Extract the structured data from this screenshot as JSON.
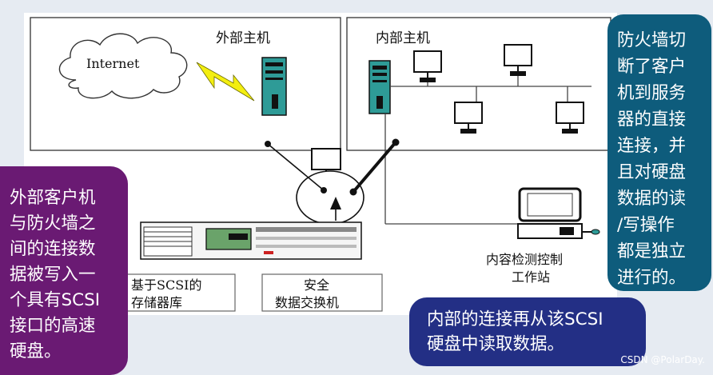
{
  "diagram": {
    "external_host_label": "外部主机",
    "internal_host_label": "内部主机",
    "internet_label": "Internet",
    "storage_label": [
      "基于SCSI的",
      "存储器库"
    ],
    "switch_label": [
      "安全",
      "数据交换机"
    ],
    "workstation_label": [
      "内容检测控制",
      "工作站"
    ]
  },
  "callouts": {
    "left": [
      "外部客户机",
      "与防火墙之",
      "间的连接数",
      "据被写入一",
      "个具有SCSI",
      "接口的高速",
      "硬盘。"
    ],
    "right": [
      "防火墙切",
      "断了客户",
      "机到服务",
      "器的直接",
      "连接，并",
      "且对硬盘",
      "数据的读",
      "/写操作",
      "都是独立",
      "进行的。"
    ],
    "bottom": [
      "内部的连接再从该SCSI",
      "硬盘中读取数据。"
    ]
  },
  "credit": "CSDN @PolarDay.",
  "colors": {
    "left_callout": "#6a1a73",
    "right_callout": "#0e5c7c",
    "bottom_callout": "#232f85",
    "lightning": "#f3ee10",
    "server_teal": "#2e9b97"
  }
}
